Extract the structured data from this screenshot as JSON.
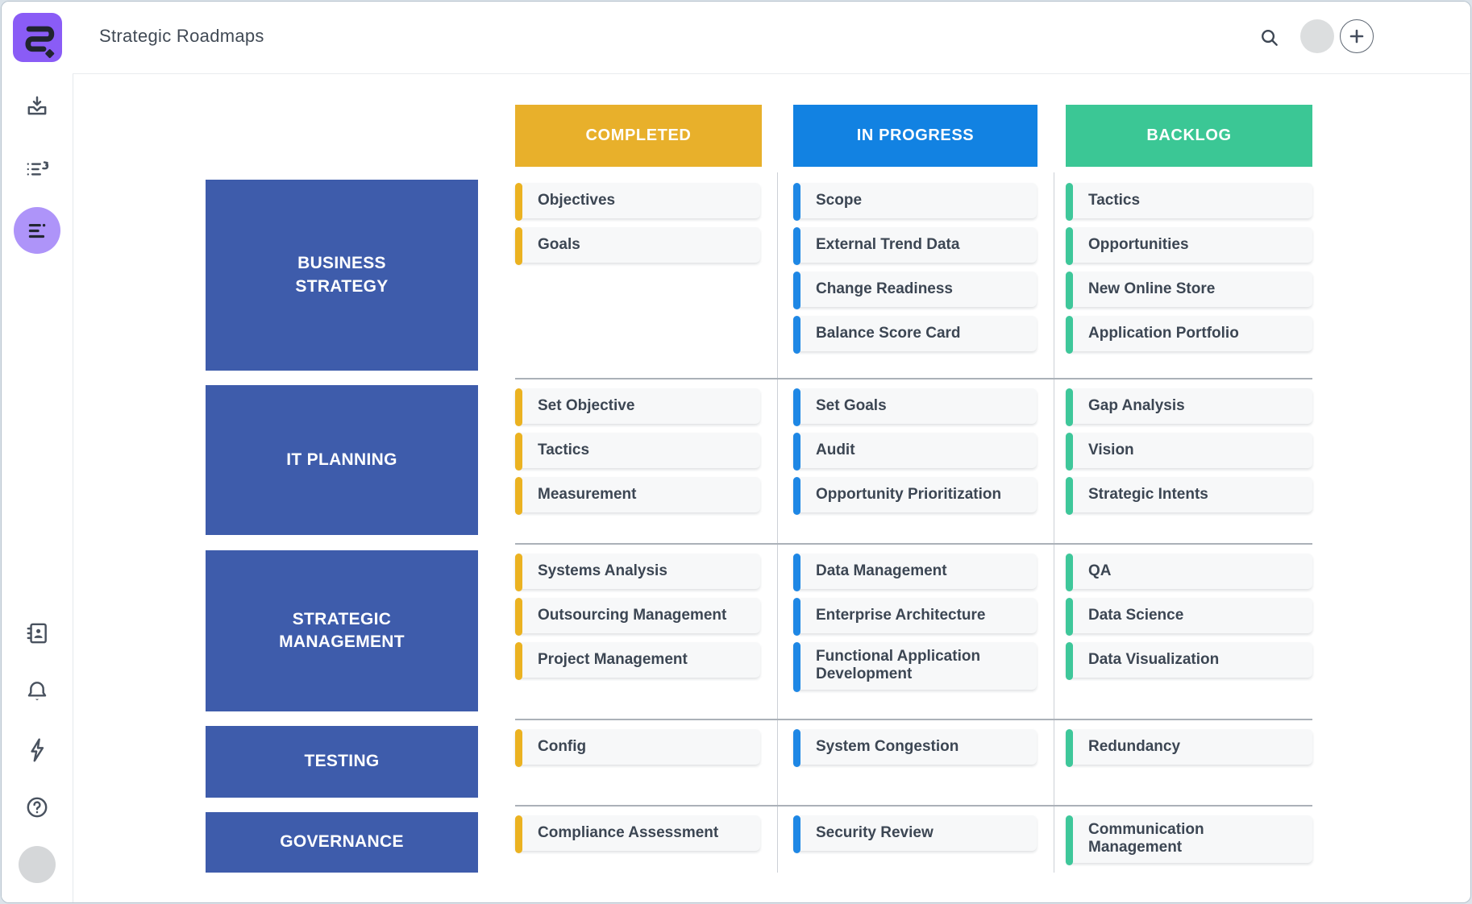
{
  "header": {
    "title": "Strategic Roadmaps"
  },
  "sidebar": {
    "top_items": [
      {
        "name": "import",
        "icon": "tray-download-icon",
        "active": false
      },
      {
        "name": "history",
        "icon": "list-history-icon",
        "active": false
      },
      {
        "name": "roadmaps",
        "icon": "roadmap-lines-icon",
        "active": true
      }
    ],
    "bottom_items": [
      {
        "name": "contacts",
        "icon": "address-book-icon"
      },
      {
        "name": "notifications",
        "icon": "bell-icon"
      },
      {
        "name": "activity",
        "icon": "lightning-icon"
      },
      {
        "name": "help",
        "icon": "question-circle-icon"
      },
      {
        "name": "profile",
        "icon": "avatar"
      }
    ]
  },
  "colors": {
    "logo_bg": "#8A5CF6",
    "logo_glyph": "#20242e",
    "active_pill": "#AE94F9",
    "row_label_bg": "#3E5CAB",
    "icon": "#49525f",
    "divider_v": "#ccd0d6",
    "divider_h": "#abb1b8"
  },
  "board": {
    "columns": [
      {
        "label": "COMPLETED",
        "header_color": "#E8B02B",
        "accent_color": "#EBB221"
      },
      {
        "label": "IN PROGRESS",
        "header_color": "#1282E2",
        "accent_color": "#1E87E5"
      },
      {
        "label": "BACKLOG",
        "header_color": "#3BC795",
        "accent_color": "#3EC79A"
      }
    ],
    "rows": [
      {
        "label": "BUSINESS STRATEGY",
        "cells": [
          [
            {
              "label": "Objectives"
            },
            {
              "label": "Goals"
            }
          ],
          [
            {
              "label": "Scope"
            },
            {
              "label": "External Trend Data"
            },
            {
              "label": "Change Readiness"
            },
            {
              "label": "Balance Score Card"
            }
          ],
          [
            {
              "label": "Tactics"
            },
            {
              "label": "Opportunities"
            },
            {
              "label": "New Online Store"
            },
            {
              "label": "Application Portfolio"
            }
          ]
        ]
      },
      {
        "label": "IT PLANNING",
        "cells": [
          [
            {
              "label": "Set Objective"
            },
            {
              "label": "Tactics"
            },
            {
              "label": "Measurement"
            }
          ],
          [
            {
              "label": "Set Goals"
            },
            {
              "label": "Audit"
            },
            {
              "label": "Opportunity Prioritization"
            }
          ],
          [
            {
              "label": "Gap Analysis"
            },
            {
              "label": "Vision"
            },
            {
              "label": "Strategic Intents"
            }
          ]
        ]
      },
      {
        "label": "STRATEGIC MANAGEMENT",
        "cells": [
          [
            {
              "label": "Systems Analysis"
            },
            {
              "label": "Outsourcing Management"
            },
            {
              "label": "Project Management"
            }
          ],
          [
            {
              "label": "Data Management"
            },
            {
              "label": "Enterprise Architecture"
            },
            {
              "label": "Functional Application Development",
              "two_line": true
            }
          ],
          [
            {
              "label": "QA"
            },
            {
              "label": "Data Science"
            },
            {
              "label": "Data Visualization"
            }
          ]
        ]
      },
      {
        "label": "TESTING",
        "cells": [
          [
            {
              "label": "Config"
            }
          ],
          [
            {
              "label": "System Congestion"
            }
          ],
          [
            {
              "label": "Redundancy"
            }
          ]
        ]
      },
      {
        "label": "GOVERNANCE",
        "cells": [
          [
            {
              "label": "Compliance Assessment"
            }
          ],
          [
            {
              "label": "Security Review"
            }
          ],
          [
            {
              "label": "Communication Management",
              "two_line": true
            }
          ]
        ]
      }
    ]
  }
}
